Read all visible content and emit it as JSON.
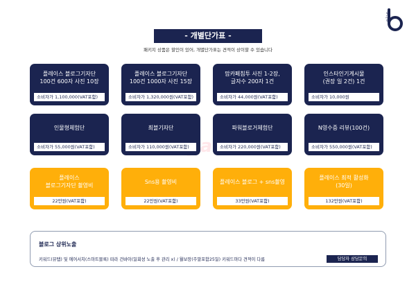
{
  "header": {
    "title": "- 개별단가표 -",
    "subtitle": "패키지 상품은 할인이 있어, 개별단가표는 견적이 상이할 수 있습니다",
    "logo_text": "plan"
  },
  "watermark": "pan",
  "cards": [
    {
      "name": "플레이스 블로그기자단\n100건 600자 사진 10장",
      "price": "소비자가 1,100,000(VAT포함)",
      "style": "navy"
    },
    {
      "name": "플레이스 블로그기자단\n100건 1000자 사진 15장",
      "price": "소비자가 1,320,000원(VAT포함)",
      "style": "navy"
    },
    {
      "name": "맘카페침투 사진 1-2장,\n글자수 200자 1건",
      "price": "소비자가 44,000원(VAT포함)",
      "style": "navy"
    },
    {
      "name": "인스타인기게시물\n(권장 일 2건) 1건",
      "price": "소비자가 10,000원",
      "style": "navy"
    },
    {
      "name": "인물형체험단",
      "price": "소비자가 55,000원(VAT포함)",
      "style": "navy"
    },
    {
      "name": "최블기자단",
      "price": "소비자가 110,000원(VAT포함)",
      "style": "navy"
    },
    {
      "name": "파워블로거체험단",
      "price": "소비자가 220,000원(VAT포함)",
      "style": "navy"
    },
    {
      "name": "N영수증 리뷰(100건)",
      "price": "소비자가 550,000원(VAT포함)",
      "style": "navy"
    },
    {
      "name": "플레이스\n블로그기자단 촬영비",
      "price": "22만원(VAT포함)",
      "style": "orange"
    },
    {
      "name": "Sns용 촬영비",
      "price": "22만원(VAT포함)",
      "style": "orange"
    },
    {
      "name": "플레이스 블로그 + sns촬영",
      "price": "33만원(VAT포함)",
      "style": "orange"
    },
    {
      "name": "플레이스 최적 활성화\n(30일)",
      "price": "132만원(VAT포함)",
      "style": "orange"
    }
  ],
  "bottom": {
    "title": "블로그 상위노출",
    "description": "키워드(뷰탭) 및 에어서치(스마트블록) 따라 건바이(일회성 노출 후 관리 x) / 월보장(주말포함25일) 키워드마다 견적이 다름",
    "button_label": "담당자 상담문의"
  },
  "colors": {
    "navy": "#1b2450",
    "orange": "#ffaf0a",
    "white": "#ffffff"
  }
}
